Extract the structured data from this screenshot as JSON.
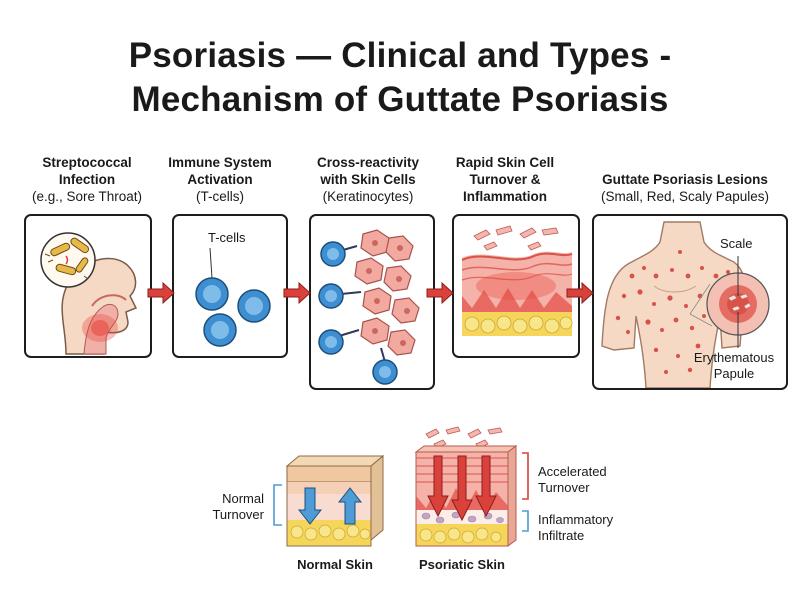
{
  "title": {
    "line1": "Psoriasis — Clinical and Types -",
    "line2": "Mechanism of Guttate Psoriasis"
  },
  "steps": [
    {
      "bold": [
        "Streptococcal",
        "Infection"
      ],
      "normal": "(e.g., Sore Throat)"
    },
    {
      "bold": [
        "Immune System",
        "Activation"
      ],
      "normal": "(T-cells)"
    },
    {
      "bold": [
        "Cross-reactivity",
        "with Skin Cells"
      ],
      "normal": "(Keratinocytes)"
    },
    {
      "bold": [
        "Rapid Skin Cell",
        "Turnover &",
        "Inflammation"
      ],
      "normal": ""
    },
    {
      "bold": [
        "Guttate Psoriasis Lesions"
      ],
      "normal": "(Small, Red, Scaly Papules)"
    }
  ],
  "panel_labels": {
    "tcells": "T-cells",
    "scale": "Scale",
    "papule_line1": "Erythematous",
    "papule_line2": "Papule"
  },
  "comparison": {
    "normal_turnover_line1": "Normal",
    "normal_turnover_line2": "Turnover",
    "accelerated_line1": "Accelerated",
    "accelerated_line2": "Turnover",
    "infiltrate_line1": "Inflammatory",
    "infiltrate_line2": "Infiltrate",
    "normal_skin": "Normal Skin",
    "psoriatic_skin": "Psoriatic Skin"
  },
  "colors": {
    "arrow_red": "#d9413a",
    "tcell_blue": "#3d8fd1",
    "keratinocyte_pink": "#f2a9a0",
    "fat_yellow": "#f5d55a",
    "lesion_red": "#d8524a",
    "skin_tone": "#f6d9c4"
  }
}
